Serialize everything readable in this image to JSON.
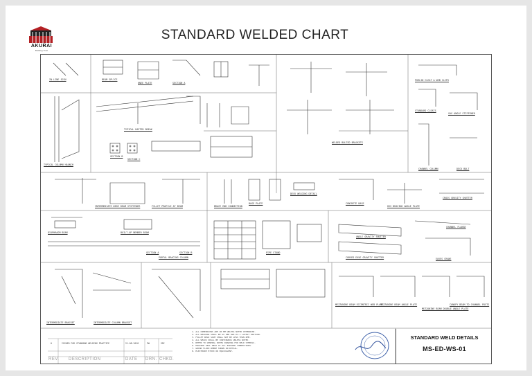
{
  "document": {
    "title": "STANDARD WELDED CHART",
    "logo": {
      "name": "AKURAI",
      "tagline": "Building Trust",
      "icon": "akurai-logo"
    }
  },
  "title_block": {
    "name": "STANDARD WELD DETAILS",
    "code": "MS-ED-WS-01"
  },
  "revision": {
    "headers": [
      "REV.",
      "DESCRIPTION",
      "DATE",
      "DRN.",
      "CHKD."
    ],
    "row": {
      "rev": "0",
      "description": "ISSUED FOR STANDARD WELDING PRACTICE",
      "date": "21-08-2018",
      "drn": "PW",
      "chkd": "SRI"
    }
  },
  "details": [
    "IN-LINE JOIN",
    "BEAM SPLICE",
    "KNEE PLATE",
    "SECTION A",
    "TYPICAL RAFTER BREAK",
    "SECTION B",
    "SECTION C",
    "TYPICAL COLUMN HAUNCH",
    "INTERMEDIATE WIDE BEAM STIFFENER",
    "FILLET PROFILE AT BEAM",
    "BRACE END CONNECTION",
    "BASE PLATE",
    "DECK WELDING DETAIL",
    "CONCRETE BASE",
    "WELDED BOLTED BRACKETS",
    "PURLIN CLEAT & WEB CLIPS",
    "STANDARD CLEATS",
    "SAG ANGLE STIFFENER",
    "CHANNEL COLUMN",
    "DECK BOLT",
    "HSS BRACING ANGLE PLATE",
    "CROSS GRAVITY SHUTTER",
    "CHANNEL FLANGE",
    "ANGLE GRAVITY SHUTTER",
    "CURVED EAVE GRAVITY SHUTTER",
    "EAVES CRANE",
    "DIAPHRAGM BEAM",
    "BUILT-UP MEMBER BEAM",
    "PIPE STAND",
    "SECTION A",
    "SECTION B",
    "PORTAL BRACING COLUMN",
    "MEZZANINE BEAM ECCENTRIC WEB PLATE",
    "MEZZANINE BEAM ANGLE PLATE",
    "MEZZANINE BEAM DOUBLE ANGLE PLATE",
    "CANOPY BEAM TO CHANNEL POSTS",
    "INTERMEDIATE BRACKET",
    "INTERMEDIATE COLUMN BRACKET"
  ],
  "notes": [
    "1. ALL DIMENSIONS ARE IN MM UNLESS NOTED OTHERWISE.",
    "2. ALL WELDING SHALL BE AS PER AWS D1.1 LATEST EDITION.",
    "3. FILLET WELD SIZE SHALL NOT BE LESS THAN 6MM.",
    "4. ALL WELDS SHALL BE CONTINUOUS UNLESS NOTED.",
    "5. REFER TO GENERAL NOTES DRAWING FOR WELD SYMBOLS.",
    "6. PROVIDE SEAL WELD AT ALL EXPOSED CONNECTIONS.",
    "7. GRIND FLUSH WHERE SHOWN ON DETAIL.",
    "8. ELECTRODE E70XX OR EQUIVALENT."
  ]
}
